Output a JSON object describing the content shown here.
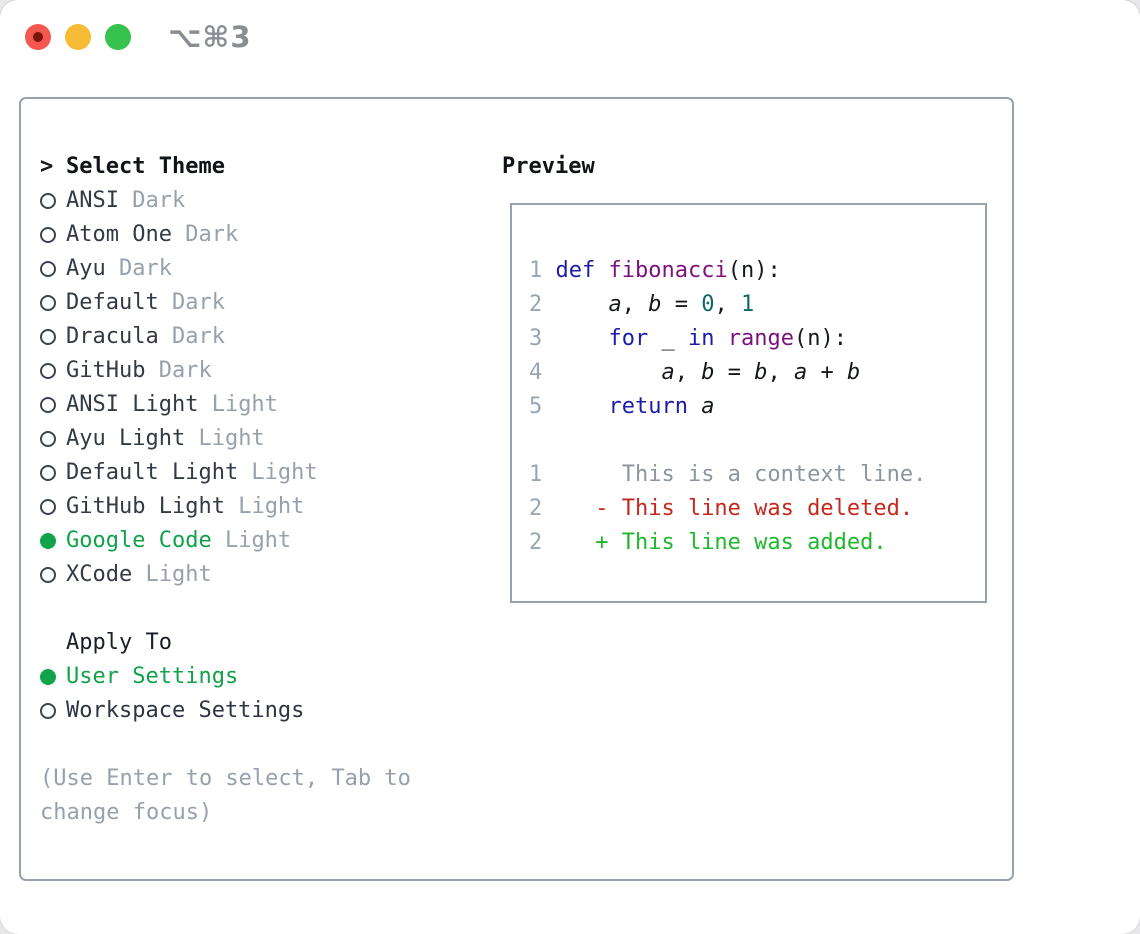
{
  "titlebar": {
    "shortcut": "⌥⌘3"
  },
  "colors": {
    "accent_green": "#12a24b",
    "diff_added": "#1db82b",
    "diff_deleted": "#c6281c",
    "syntax_keyword": "#1c1ca8",
    "syntax_function": "#7c127c",
    "syntax_literal": "#0d6868",
    "muted_gray": "#98a1ab",
    "traffic_red": "#f4574e",
    "traffic_yellow": "#f7bc36",
    "traffic_green": "#35c24d"
  },
  "theme_panel": {
    "cursor": ">",
    "heading": "Select Theme",
    "themes": [
      {
        "name": "ANSI",
        "tag": "Dark",
        "selected": false
      },
      {
        "name": "Atom One",
        "tag": "Dark",
        "selected": false
      },
      {
        "name": "Ayu",
        "tag": "Dark",
        "selected": false
      },
      {
        "name": "Default",
        "tag": "Dark",
        "selected": false
      },
      {
        "name": "Dracula",
        "tag": "Dark",
        "selected": false
      },
      {
        "name": "GitHub",
        "tag": "Dark",
        "selected": false
      },
      {
        "name": "ANSI Light",
        "tag": "Light",
        "selected": false
      },
      {
        "name": "Ayu Light",
        "tag": "Light",
        "selected": false
      },
      {
        "name": "Default Light",
        "tag": "Light",
        "selected": false
      },
      {
        "name": "GitHub Light",
        "tag": "Light",
        "selected": false
      },
      {
        "name": "Google Code",
        "tag": "Light",
        "selected": true
      },
      {
        "name": "XCode",
        "tag": "Light",
        "selected": false
      }
    ],
    "apply_to": {
      "heading": "Apply To",
      "options": [
        {
          "label": "User Settings",
          "selected": true
        },
        {
          "label": "Workspace Settings",
          "selected": false
        }
      ]
    },
    "help_lines": [
      "(Use Enter to select, Tab to",
      "change focus)"
    ]
  },
  "preview": {
    "heading": "Preview",
    "lines": [
      {
        "tokens": []
      },
      {
        "tokens": [
          [
            "num",
            "1"
          ],
          [
            "pl",
            " "
          ],
          [
            "kw",
            "def"
          ],
          [
            "pl",
            " "
          ],
          [
            "fn",
            "fibonacci"
          ],
          [
            "pl",
            "(n):"
          ]
        ]
      },
      {
        "tokens": [
          [
            "num",
            "2"
          ],
          [
            "pl",
            "     "
          ],
          [
            "var",
            "a"
          ],
          [
            "pl",
            ", "
          ],
          [
            "var",
            "b"
          ],
          [
            "pl",
            " = "
          ],
          [
            "lit",
            "0"
          ],
          [
            "pl",
            ", "
          ],
          [
            "lit",
            "1"
          ]
        ]
      },
      {
        "tokens": [
          [
            "num",
            "3"
          ],
          [
            "pl",
            "     "
          ],
          [
            "kw",
            "for"
          ],
          [
            "pl",
            " _ "
          ],
          [
            "kw",
            "in"
          ],
          [
            "pl",
            " "
          ],
          [
            "fn",
            "range"
          ],
          [
            "pl",
            "(n):"
          ]
        ]
      },
      {
        "tokens": [
          [
            "num",
            "4"
          ],
          [
            "pl",
            "         "
          ],
          [
            "var",
            "a"
          ],
          [
            "pl",
            ", "
          ],
          [
            "var",
            "b"
          ],
          [
            "pl",
            " = "
          ],
          [
            "var",
            "b"
          ],
          [
            "pl",
            ", "
          ],
          [
            "var",
            "a"
          ],
          [
            "pl",
            " + "
          ],
          [
            "var",
            "b"
          ]
        ]
      },
      {
        "tokens": [
          [
            "num",
            "5"
          ],
          [
            "pl",
            "     "
          ],
          [
            "kw",
            "return"
          ],
          [
            "pl",
            " "
          ],
          [
            "var",
            "a"
          ]
        ]
      },
      {
        "tokens": []
      },
      {
        "tokens": [
          [
            "num",
            "1"
          ],
          [
            "ctx",
            "      This is a context line."
          ]
        ]
      },
      {
        "tokens": [
          [
            "num",
            "2"
          ],
          [
            "del",
            "    - This line was deleted."
          ]
        ]
      },
      {
        "tokens": [
          [
            "num",
            "2"
          ],
          [
            "add",
            "    + This line was added."
          ]
        ]
      },
      {
        "tokens": []
      }
    ]
  }
}
